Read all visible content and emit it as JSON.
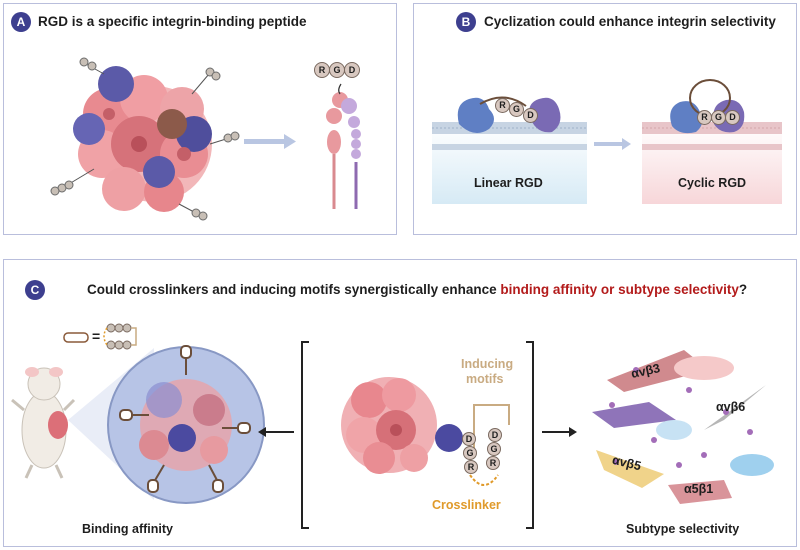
{
  "panel_a": {
    "badge": "A",
    "title": "RGD is a specific integrin-binding peptide",
    "peptide": [
      "R",
      "G",
      "D"
    ]
  },
  "panel_b": {
    "badge": "B",
    "title": "Cyclization could enhance integrin selectivity",
    "linear_peptide": [
      "R",
      "G",
      "D"
    ],
    "cyclic_peptide": [
      "R",
      "G",
      "D"
    ],
    "linear_label": "Linear RGD",
    "cyclic_label": "Cyclic RGD"
  },
  "panel_c": {
    "badge": "C",
    "title_prefix": "Could crosslinkers and inducing motifs synergistically enhance ",
    "title_highlight": "binding affinity or subtype selectivity",
    "title_suffix": "?",
    "legend_equals": "=",
    "inducing_motifs_line1": "Inducing",
    "inducing_motifs_line2": "motifs",
    "crosslinker_label": "Crosslinker",
    "peptide_left": [
      "D",
      "G",
      "R"
    ],
    "peptide_right": [
      "D",
      "G",
      "R"
    ],
    "binding_affinity_label": "Binding affinity",
    "subtype_selectivity_label": "Subtype selectivity",
    "integrins": [
      "αvβ3",
      "αvβ6",
      "αvβ5",
      "α5β1"
    ]
  },
  "colors": {
    "panel_border": "#b9bedc",
    "badge": "#3d3f8f",
    "highlight_text": "#b31b1b",
    "tumor_pink": "#ec9a9e",
    "tumor_blue": "#5b5aa8",
    "integrin_pink": "#d98a8f",
    "integrin_purple": "#a98bc4",
    "crosslinker_orange": "#e09a2a",
    "inducing_tan": "#c9ab82"
  }
}
